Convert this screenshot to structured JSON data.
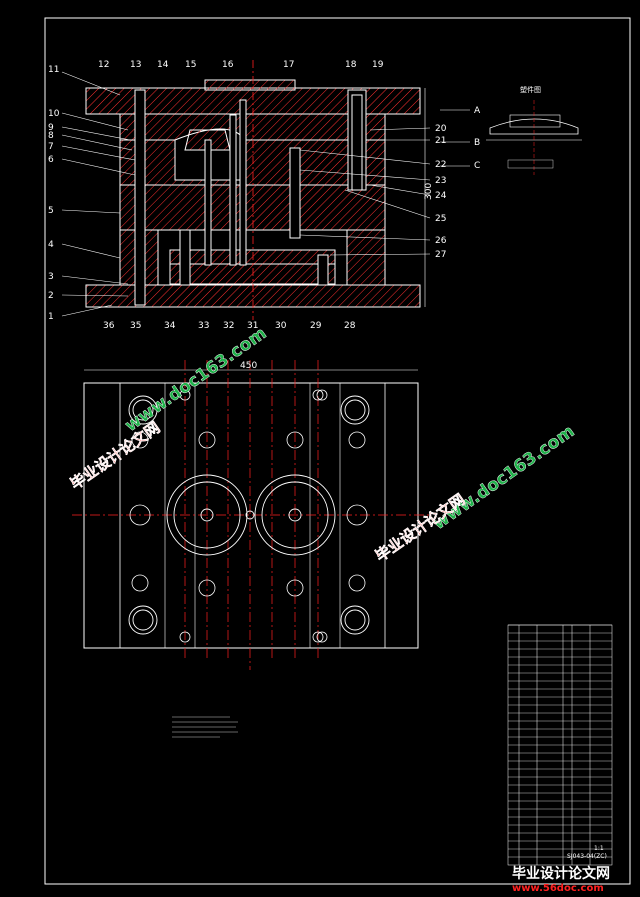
{
  "drawing": {
    "section_labels_left": [
      "11",
      "10",
      "9",
      "8",
      "7",
      "6",
      "5",
      "4",
      "3",
      "2",
      "1"
    ],
    "section_labels_top": [
      "12",
      "13",
      "14",
      "15",
      "16",
      "17",
      "18",
      "19"
    ],
    "section_labels_right": [
      "20",
      "21",
      "22",
      "23",
      "24",
      "25",
      "26",
      "27"
    ],
    "section_labels_bottom": [
      "36",
      "35",
      "34",
      "33",
      "32",
      "31",
      "30",
      "29",
      "28"
    ],
    "section_markers": [
      "A",
      "B",
      "C"
    ],
    "height_dim": "300",
    "width_dim": "450",
    "part_title": "塑件图"
  },
  "title_block": {
    "drawing_number": "SJ043-04(ZC)",
    "scale": "1:1"
  },
  "watermarks": {
    "site_text": "www.doc163.com",
    "cn_text": "毕业设计论文网"
  },
  "footer": {
    "brand_cn": "毕业设计论文网",
    "brand_url": "www.56doc.com"
  },
  "colors": {
    "line": "#ffffff",
    "hatch": "#ff3030",
    "centerline": "#ff2020",
    "border": "#ffffff",
    "watermark_green": "#1fb24a",
    "watermark_red": "#ff1010"
  }
}
